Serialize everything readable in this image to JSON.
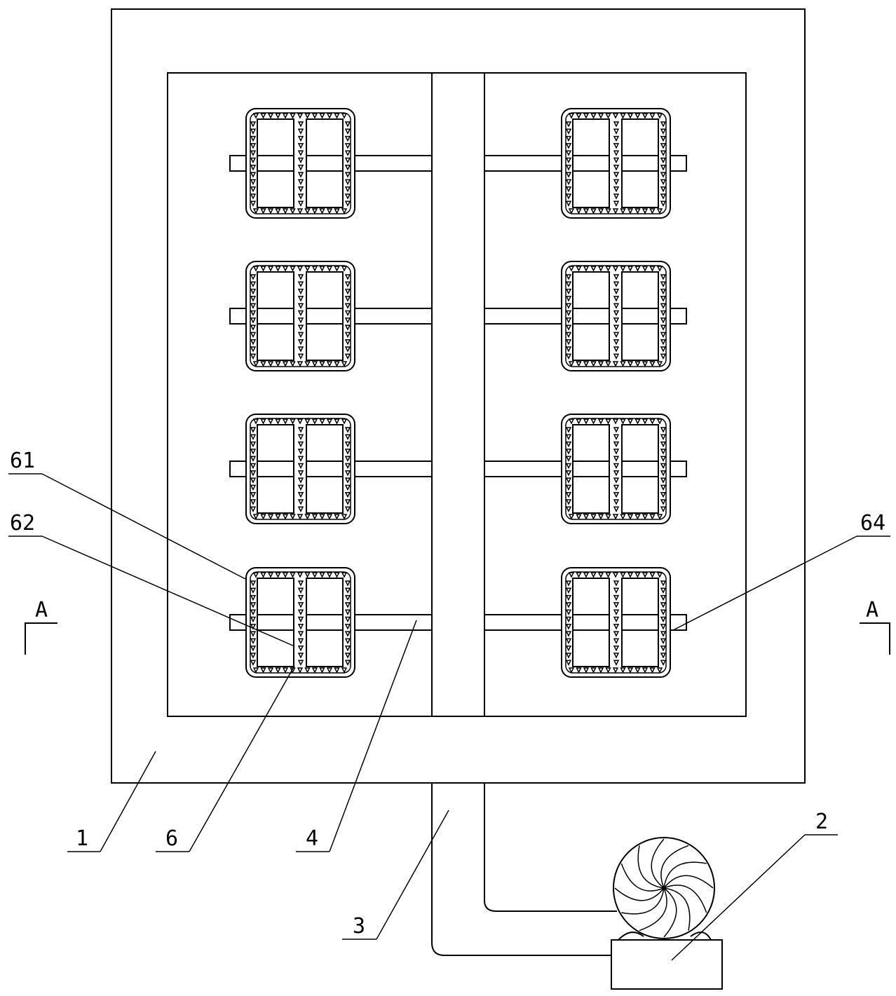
{
  "labels": {
    "l1": "1",
    "l2": "2",
    "l3": "3",
    "l4": "4",
    "l6": "6",
    "l61": "61",
    "l62": "62",
    "l64": "64",
    "sectionLeft": "A",
    "sectionRight": "A"
  },
  "modules": {
    "columns": 2,
    "rows": 4
  },
  "colors": {
    "line": "#000000",
    "background": "#ffffff"
  }
}
